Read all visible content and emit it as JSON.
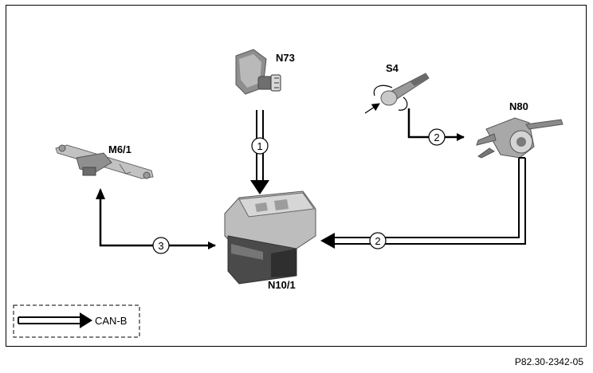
{
  "components": {
    "n73": "N73",
    "s4": "S4",
    "n80": "N80",
    "m6_1": "M6/1",
    "n10_1": "N10/1"
  },
  "connections": {
    "c1": "1",
    "c2_top": "2",
    "c2_bottom": "2",
    "c3": "3"
  },
  "legend": {
    "can_b": "CAN-B"
  },
  "figure_ref": "P82.30-2342-05",
  "icons": [
    "ignition-lock-icon",
    "switch-stalk-icon",
    "steering-column-module-icon",
    "wiper-motor-icon",
    "control-unit-icon"
  ]
}
